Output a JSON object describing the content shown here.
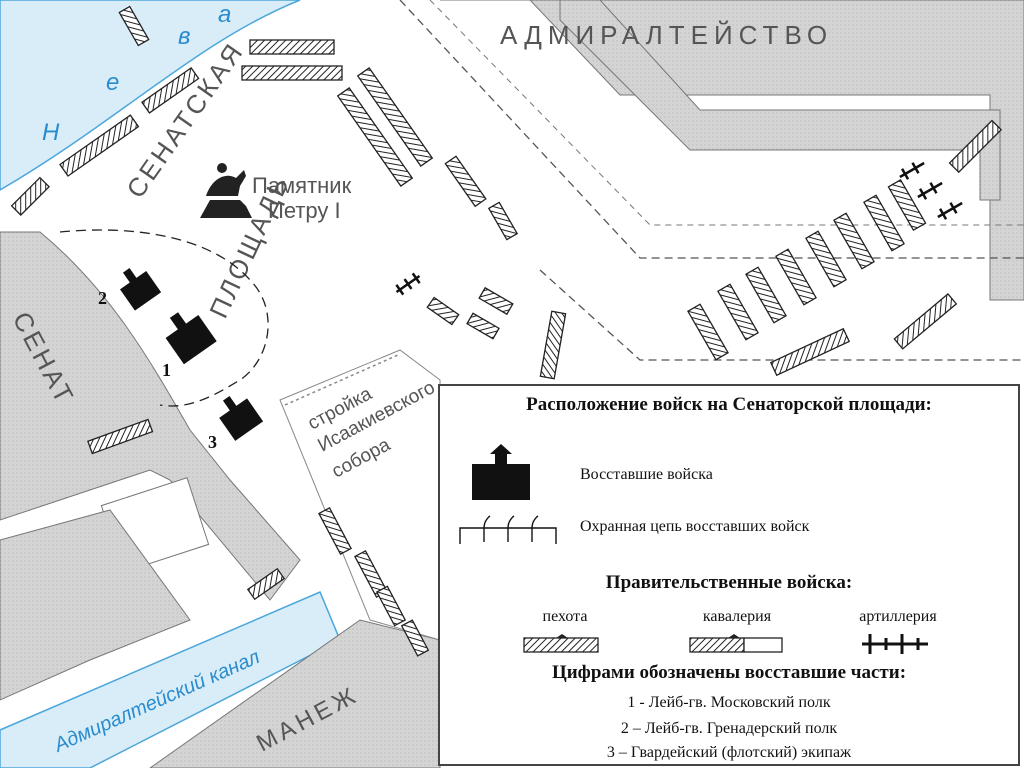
{
  "map": {
    "labels": {
      "admiralty": "АДМИРАЛТЕЙСТВО",
      "senate_street": "СЕНАТСКАЯ",
      "square": "ПЛОЩАДЬ",
      "senate": "СЕНАТ",
      "monument_line1": "Памятник",
      "monument_line2": "Петру I",
      "construction_line1": "стройка",
      "construction_line2": "Исаакиевского",
      "construction_line3": "собора",
      "manege": "МАНЕЖ",
      "canal": "Адмиралтейский канал",
      "neva_1": "Н",
      "neva_2": "е",
      "neva_3": "в",
      "neva_4": "а"
    },
    "unit_numbers": {
      "unit1": "1",
      "unit2": "2",
      "unit3": "3"
    },
    "colors": {
      "water": "#d8edf8",
      "water_text": "#2a8ccf",
      "block": "#dcdcdc",
      "street_text": "#555555",
      "ink": "#111111"
    }
  },
  "legend": {
    "title": "Расположение войск на Сенаторской площади:",
    "rebel_troops": "Восставшие войска",
    "guard_chain": "Охранная цепь восставших войск",
    "gov_title": "Правительственные войска:",
    "infantry": "пехота",
    "cavalry": "кавалерия",
    "artillery": "артиллерия",
    "numbers_title": "Цифрами обозначены восставшие части:",
    "unit1": "1 - Лейб-гв. Московский полк",
    "unit2": "2 – Лейб-гв. Гренадерский полк",
    "unit3": "3 – Гвардейский (флотский) экипаж"
  }
}
